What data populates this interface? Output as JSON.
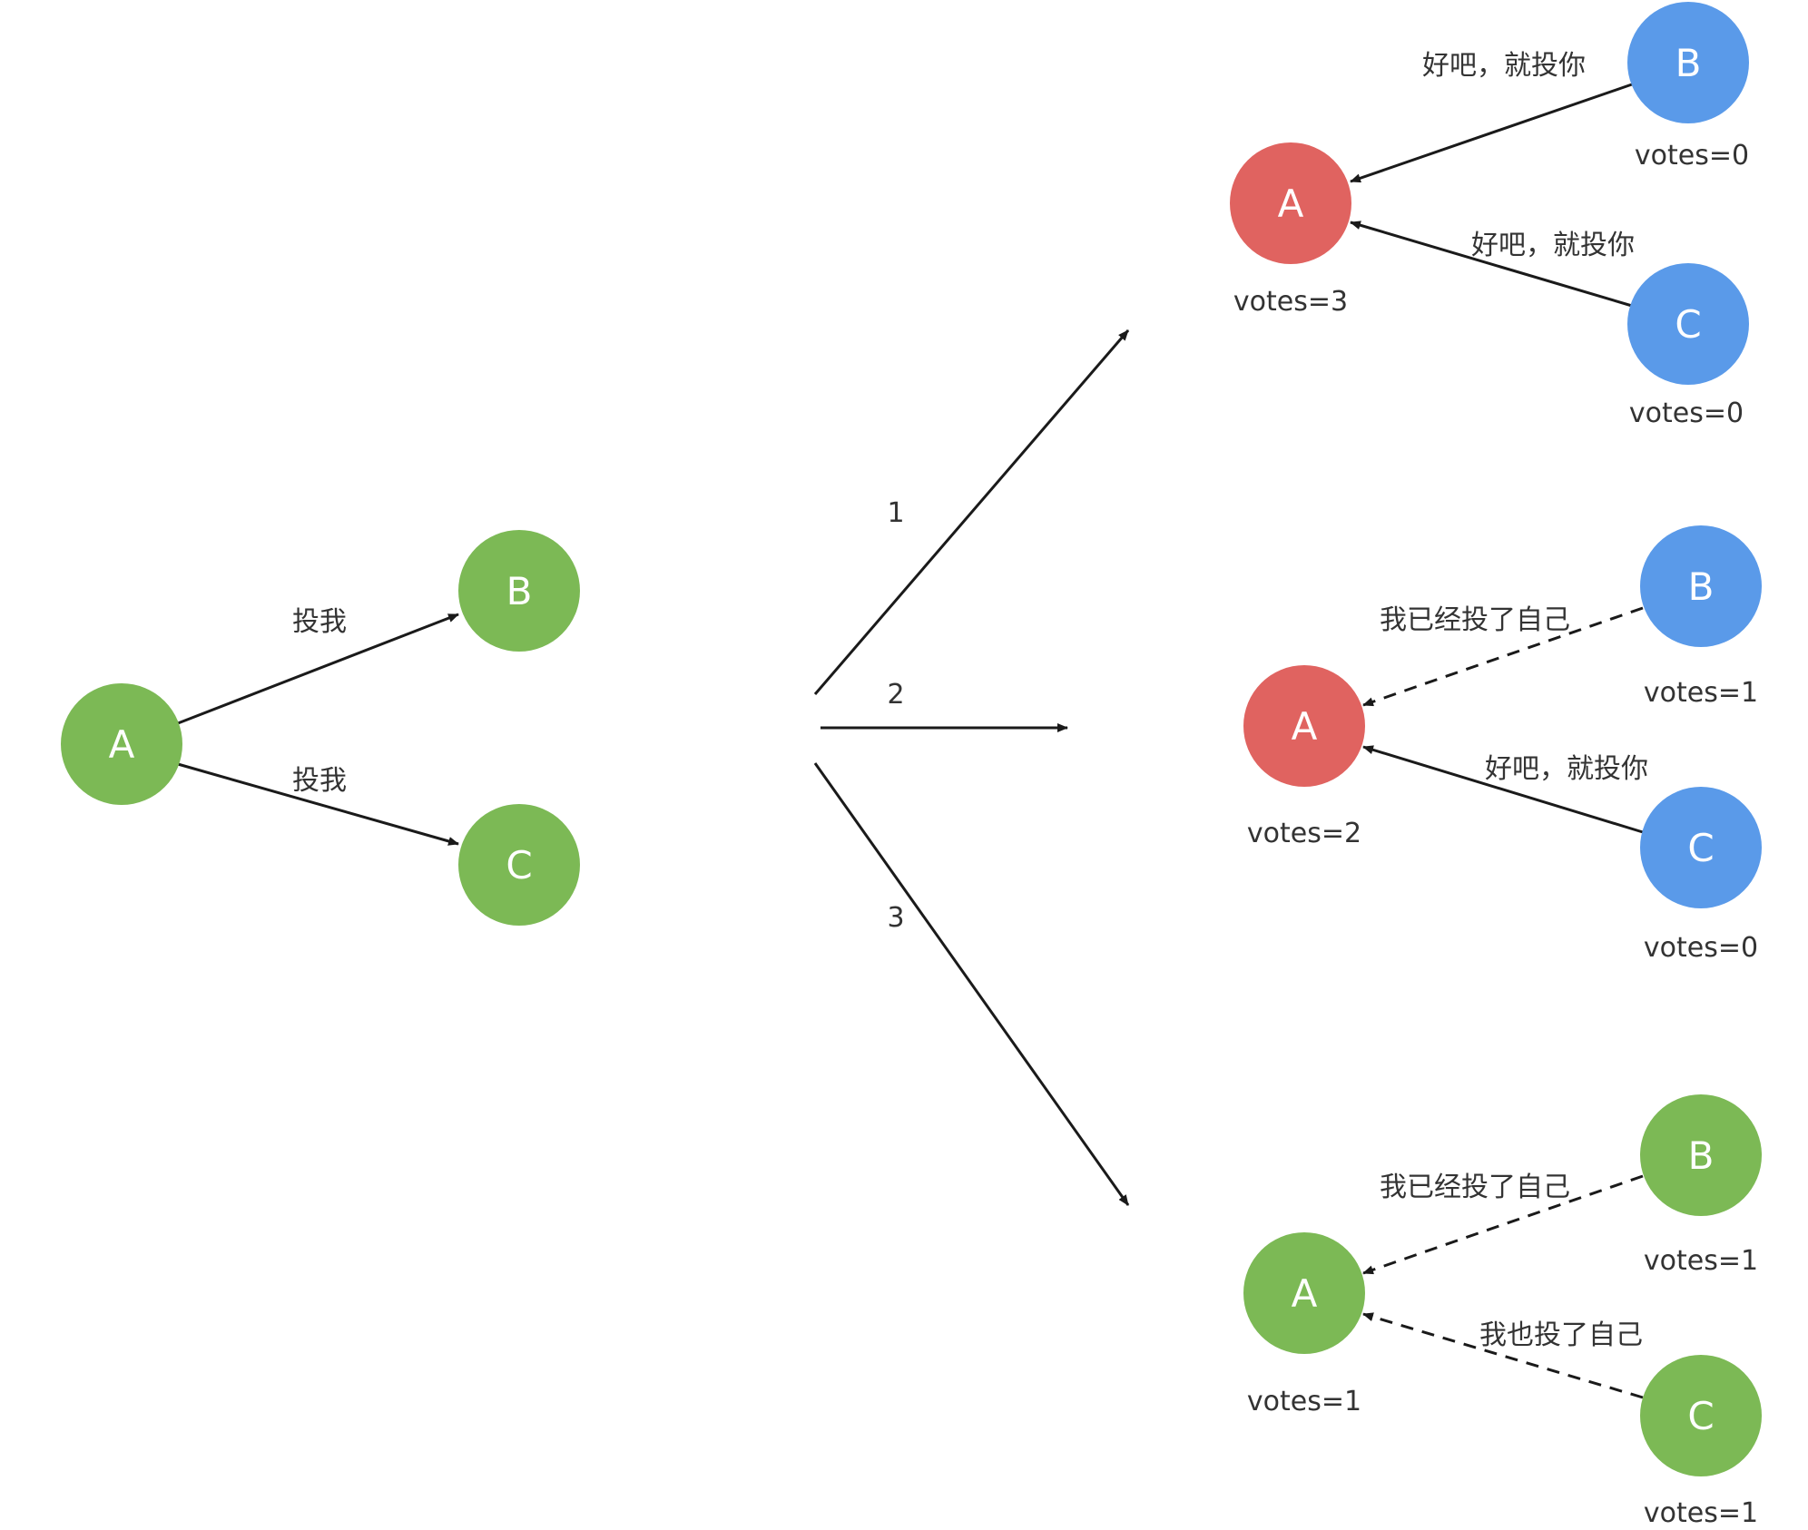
{
  "colors": {
    "green": "#7cb955",
    "red": "#e06360",
    "blue": "#5a9ae9",
    "edge": "#1a1a1a"
  },
  "initial": {
    "nodes": {
      "A": "A",
      "B": "B",
      "C": "C"
    },
    "edges": {
      "a_to_b": "投我",
      "a_to_c": "投我"
    }
  },
  "steps": {
    "s1": "1",
    "s2": "2",
    "s3": "3"
  },
  "scenario1": {
    "A": {
      "letter": "A",
      "votes": "votes=3"
    },
    "B": {
      "letter": "B",
      "votes": "votes=0"
    },
    "C": {
      "letter": "C",
      "votes": "votes=0"
    },
    "edge_b": "好吧，就投你",
    "edge_c": "好吧，就投你"
  },
  "scenario2": {
    "A": {
      "letter": "A",
      "votes": "votes=2"
    },
    "B": {
      "letter": "B",
      "votes": "votes=1"
    },
    "C": {
      "letter": "C",
      "votes": "votes=0"
    },
    "edge_b": "我已经投了自己",
    "edge_c": "好吧，就投你"
  },
  "scenario3": {
    "A": {
      "letter": "A",
      "votes": "votes=1"
    },
    "B": {
      "letter": "B",
      "votes": "votes=1"
    },
    "C": {
      "letter": "C",
      "votes": "votes=1"
    },
    "edge_b": "我已经投了自己",
    "edge_c": "我也投了自己"
  }
}
